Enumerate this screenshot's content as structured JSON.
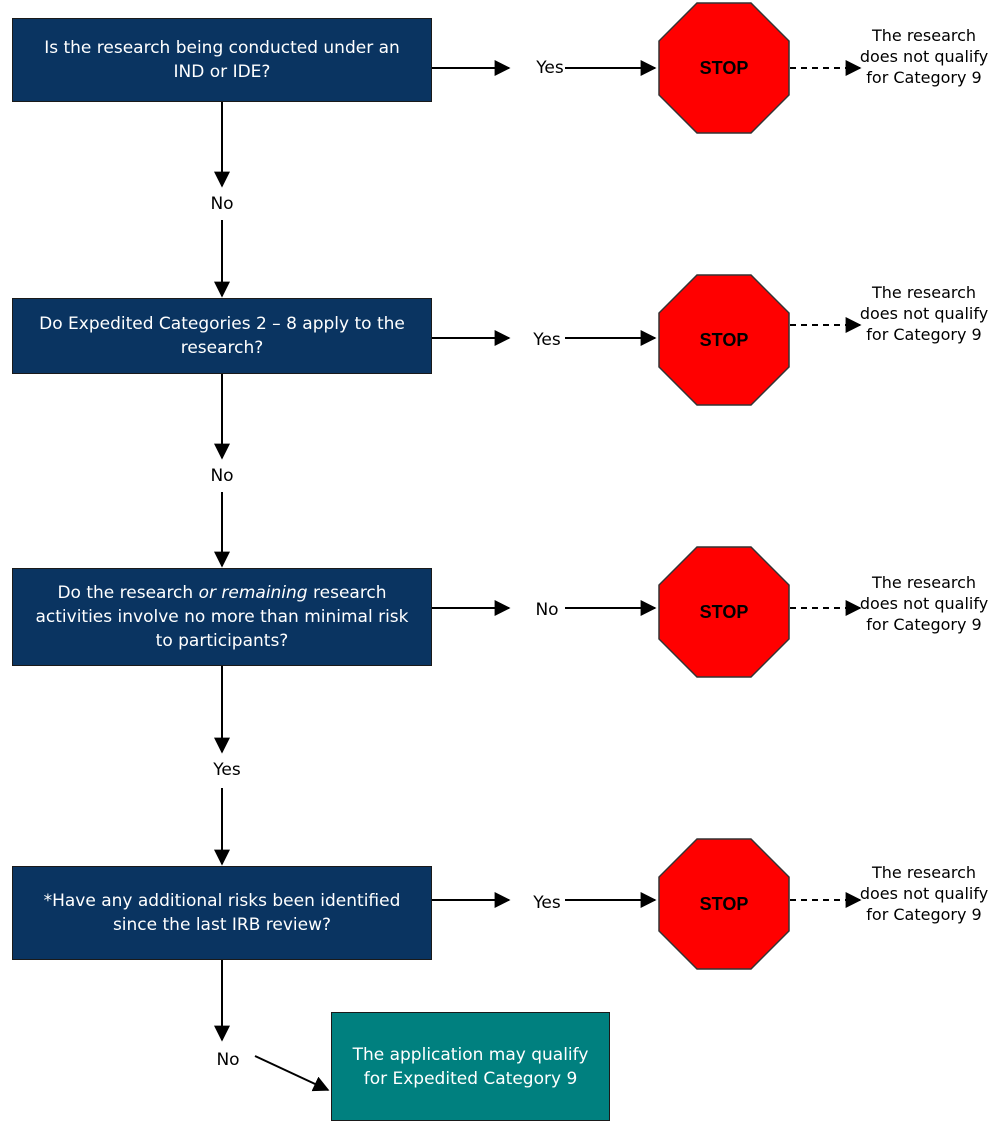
{
  "colors": {
    "question_box": "#0a3461",
    "stop_sign": "#ff0000",
    "end_box": "#00807f"
  },
  "steps": [
    {
      "question": "Is the research being conducted under an IND or IDE?",
      "stop_branch": "Yes",
      "continue_branch": "No",
      "stop_label": "STOP",
      "result": "The research does not qualify for Category 9"
    },
    {
      "question": "Do Expedited Categories 2 – 8 apply to the research?",
      "stop_branch": "Yes",
      "continue_branch": "No",
      "stop_label": "STOP",
      "result": "The research does not qualify for Category 9"
    },
    {
      "question_parts": [
        "Do the research ",
        "or remaining",
        " research activities involve no more than minimal risk to participants?"
      ],
      "stop_branch": "No",
      "continue_branch": "Yes",
      "stop_label": "STOP",
      "result": "The research does not qualify for Category 9"
    },
    {
      "question": "*Have any additional risks been identified since the last IRB review?",
      "stop_branch": "Yes",
      "continue_branch": "No",
      "stop_label": "STOP",
      "result": "The research does not qualify for Category 9"
    }
  ],
  "outcome": "The application may qualify for Expedited Category 9"
}
